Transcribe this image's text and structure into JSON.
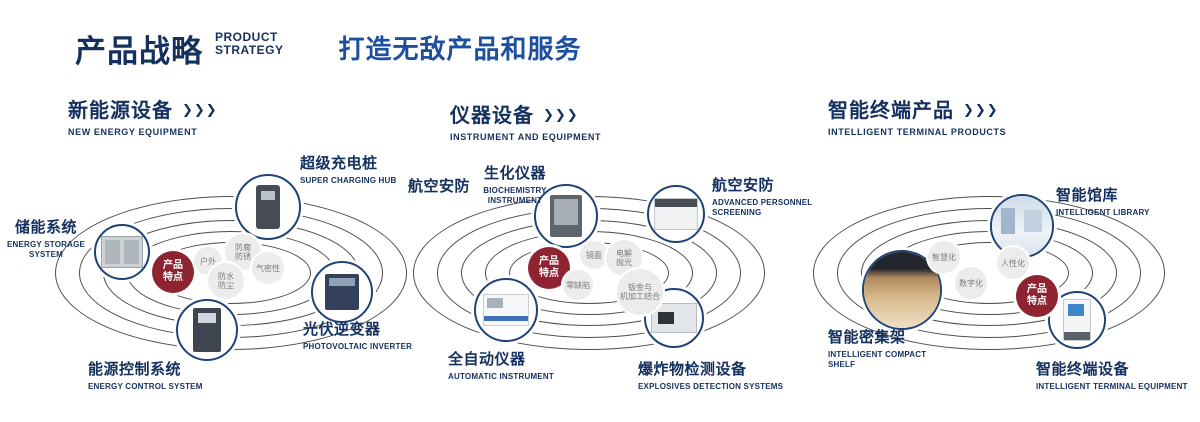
{
  "header": {
    "title_cn": "产品战略",
    "title_en_line1": "PRODUCT",
    "title_en_line2": "STRATEGY",
    "slogan": "打造无敌产品和服务"
  },
  "icons": {
    "chevrons": "❯❯❯"
  },
  "sections": [
    {
      "title": "新能源设备",
      "subtitle": "NEW ENERGY EQUIPMENT",
      "badge": "产品\n特点",
      "features": [
        "户外",
        "防腐\n防锈",
        "气密性",
        "防水\n防尘"
      ],
      "products": [
        {
          "name": "超级充电桩",
          "en": "SUPER CHARGING HUB"
        },
        {
          "name": "储能系统",
          "en": "ENERGY STORAGE\nSYSTEM"
        },
        {
          "name": "光伏逆变器",
          "en": "PHOTOVOLTAIC INVERTER"
        },
        {
          "name": "能源控制系统",
          "en": "ENERGY CONTROL SYSTEM"
        }
      ]
    },
    {
      "title": "仪器设备",
      "subtitle": "INSTRUMENT AND EQUIPMENT",
      "badge": "产品\n特点",
      "extra_label": "航空安防",
      "features": [
        "镜面",
        "电解\n抛光",
        "零缺陷",
        "钣金与\n机加工结合"
      ],
      "products": [
        {
          "name": "生化仪器",
          "en": "BIOCHEMISTRY\nINSTRUMENT"
        },
        {
          "name": "航空安防",
          "en": "ADVANCED PERSONNEL\nSCREENING"
        },
        {
          "name": "全自动仪器",
          "en": "AUTOMATIC INSTRUMENT"
        },
        {
          "name": "爆炸物检测设备",
          "en": "EXPLOSIVES DETECTION SYSTEMS"
        }
      ]
    },
    {
      "title": "智能终端产品",
      "subtitle": "INTELLIGENT TERMINAL PRODUCTS",
      "badge": "产品\n特点",
      "features": [
        "智慧化",
        "人性化",
        "数字化"
      ],
      "products": [
        {
          "name": "智能馆库",
          "en": "INTELLIGENT LIBRARY"
        },
        {
          "name": "智能密集架",
          "en": "INTELLIGENT COMPACT\nSHELF"
        },
        {
          "name": "智能终端设备",
          "en": "INTELLIGENT TERMINAL EQUIPMENT"
        }
      ]
    }
  ]
}
